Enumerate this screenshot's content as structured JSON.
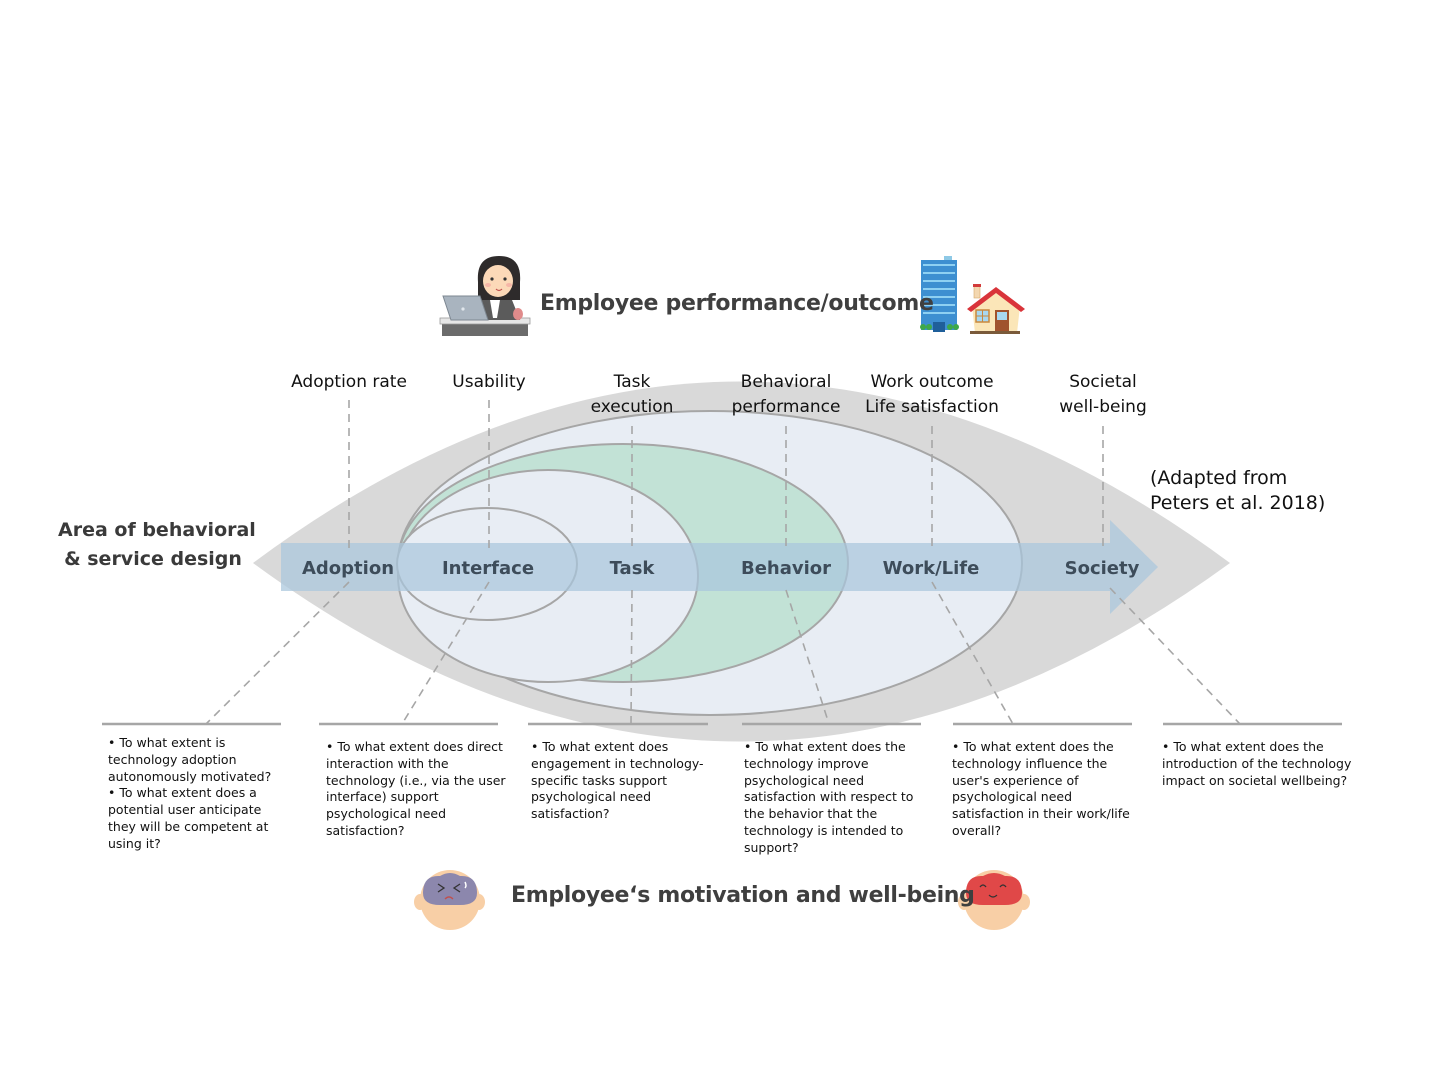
{
  "top_title": "Employee performance/outcome",
  "bottom_title": "Employee‘s motivation and well-being",
  "side_title": [
    "Area of behavioral",
    "& service design"
  ],
  "citation": [
    "(Adapted from",
    "Peters et al. 2018)"
  ],
  "outcome_labels": [
    {
      "lines": [
        "Adoption rate"
      ]
    },
    {
      "lines": [
        "Usability"
      ]
    },
    {
      "lines": [
        "Task",
        "execution"
      ]
    },
    {
      "lines": [
        "Behavioral",
        "performance"
      ]
    },
    {
      "lines": [
        "Work outcome",
        "Life satisfaction"
      ]
    },
    {
      "lines": [
        "Societal",
        "well-being"
      ]
    }
  ],
  "stages": [
    "Adoption",
    "Interface",
    "Task",
    "Behavior",
    "Work/Life",
    "Society"
  ],
  "questions": [
    [
      "• To what extent is technology adoption autonomously motivated?",
      "• To what extent does a potential user anticipate they will be competent at using it?"
    ],
    [
      "• To what extent does direct interaction with the technology (i.e., via the user interface) support psychological need satisfaction?"
    ],
    [
      "• To what extent does engagement in technology-specific tasks support psychological need satisfaction?"
    ],
    [
      "• To what extent does the technology improve psychological need satisfaction with respect to the behavior that the technology is intended to support?"
    ],
    [
      "• To what extent does the technology influence the user's experience of psychological need satisfaction in their work/life overall?"
    ],
    [
      "• To what extent does the introduction of the technology impact on societal wellbeing?"
    ]
  ],
  "icons": {
    "top_left": "woman-at-laptop-icon",
    "top_right": [
      "office-building-icon",
      "house-icon"
    ],
    "bottom_left": "stressed-brain-head-icon",
    "bottom_right": "happy-brain-head-icon"
  },
  "colors": {
    "eye_fill": "#d9d9d9",
    "arrow_fill": "#a9c6dc",
    "ellipse_fill": "#e8edf4",
    "behavior_fill": "#c2e2d6",
    "ellipse_stroke": "#a6a6a6",
    "stage_text": "#3d4c5a"
  }
}
